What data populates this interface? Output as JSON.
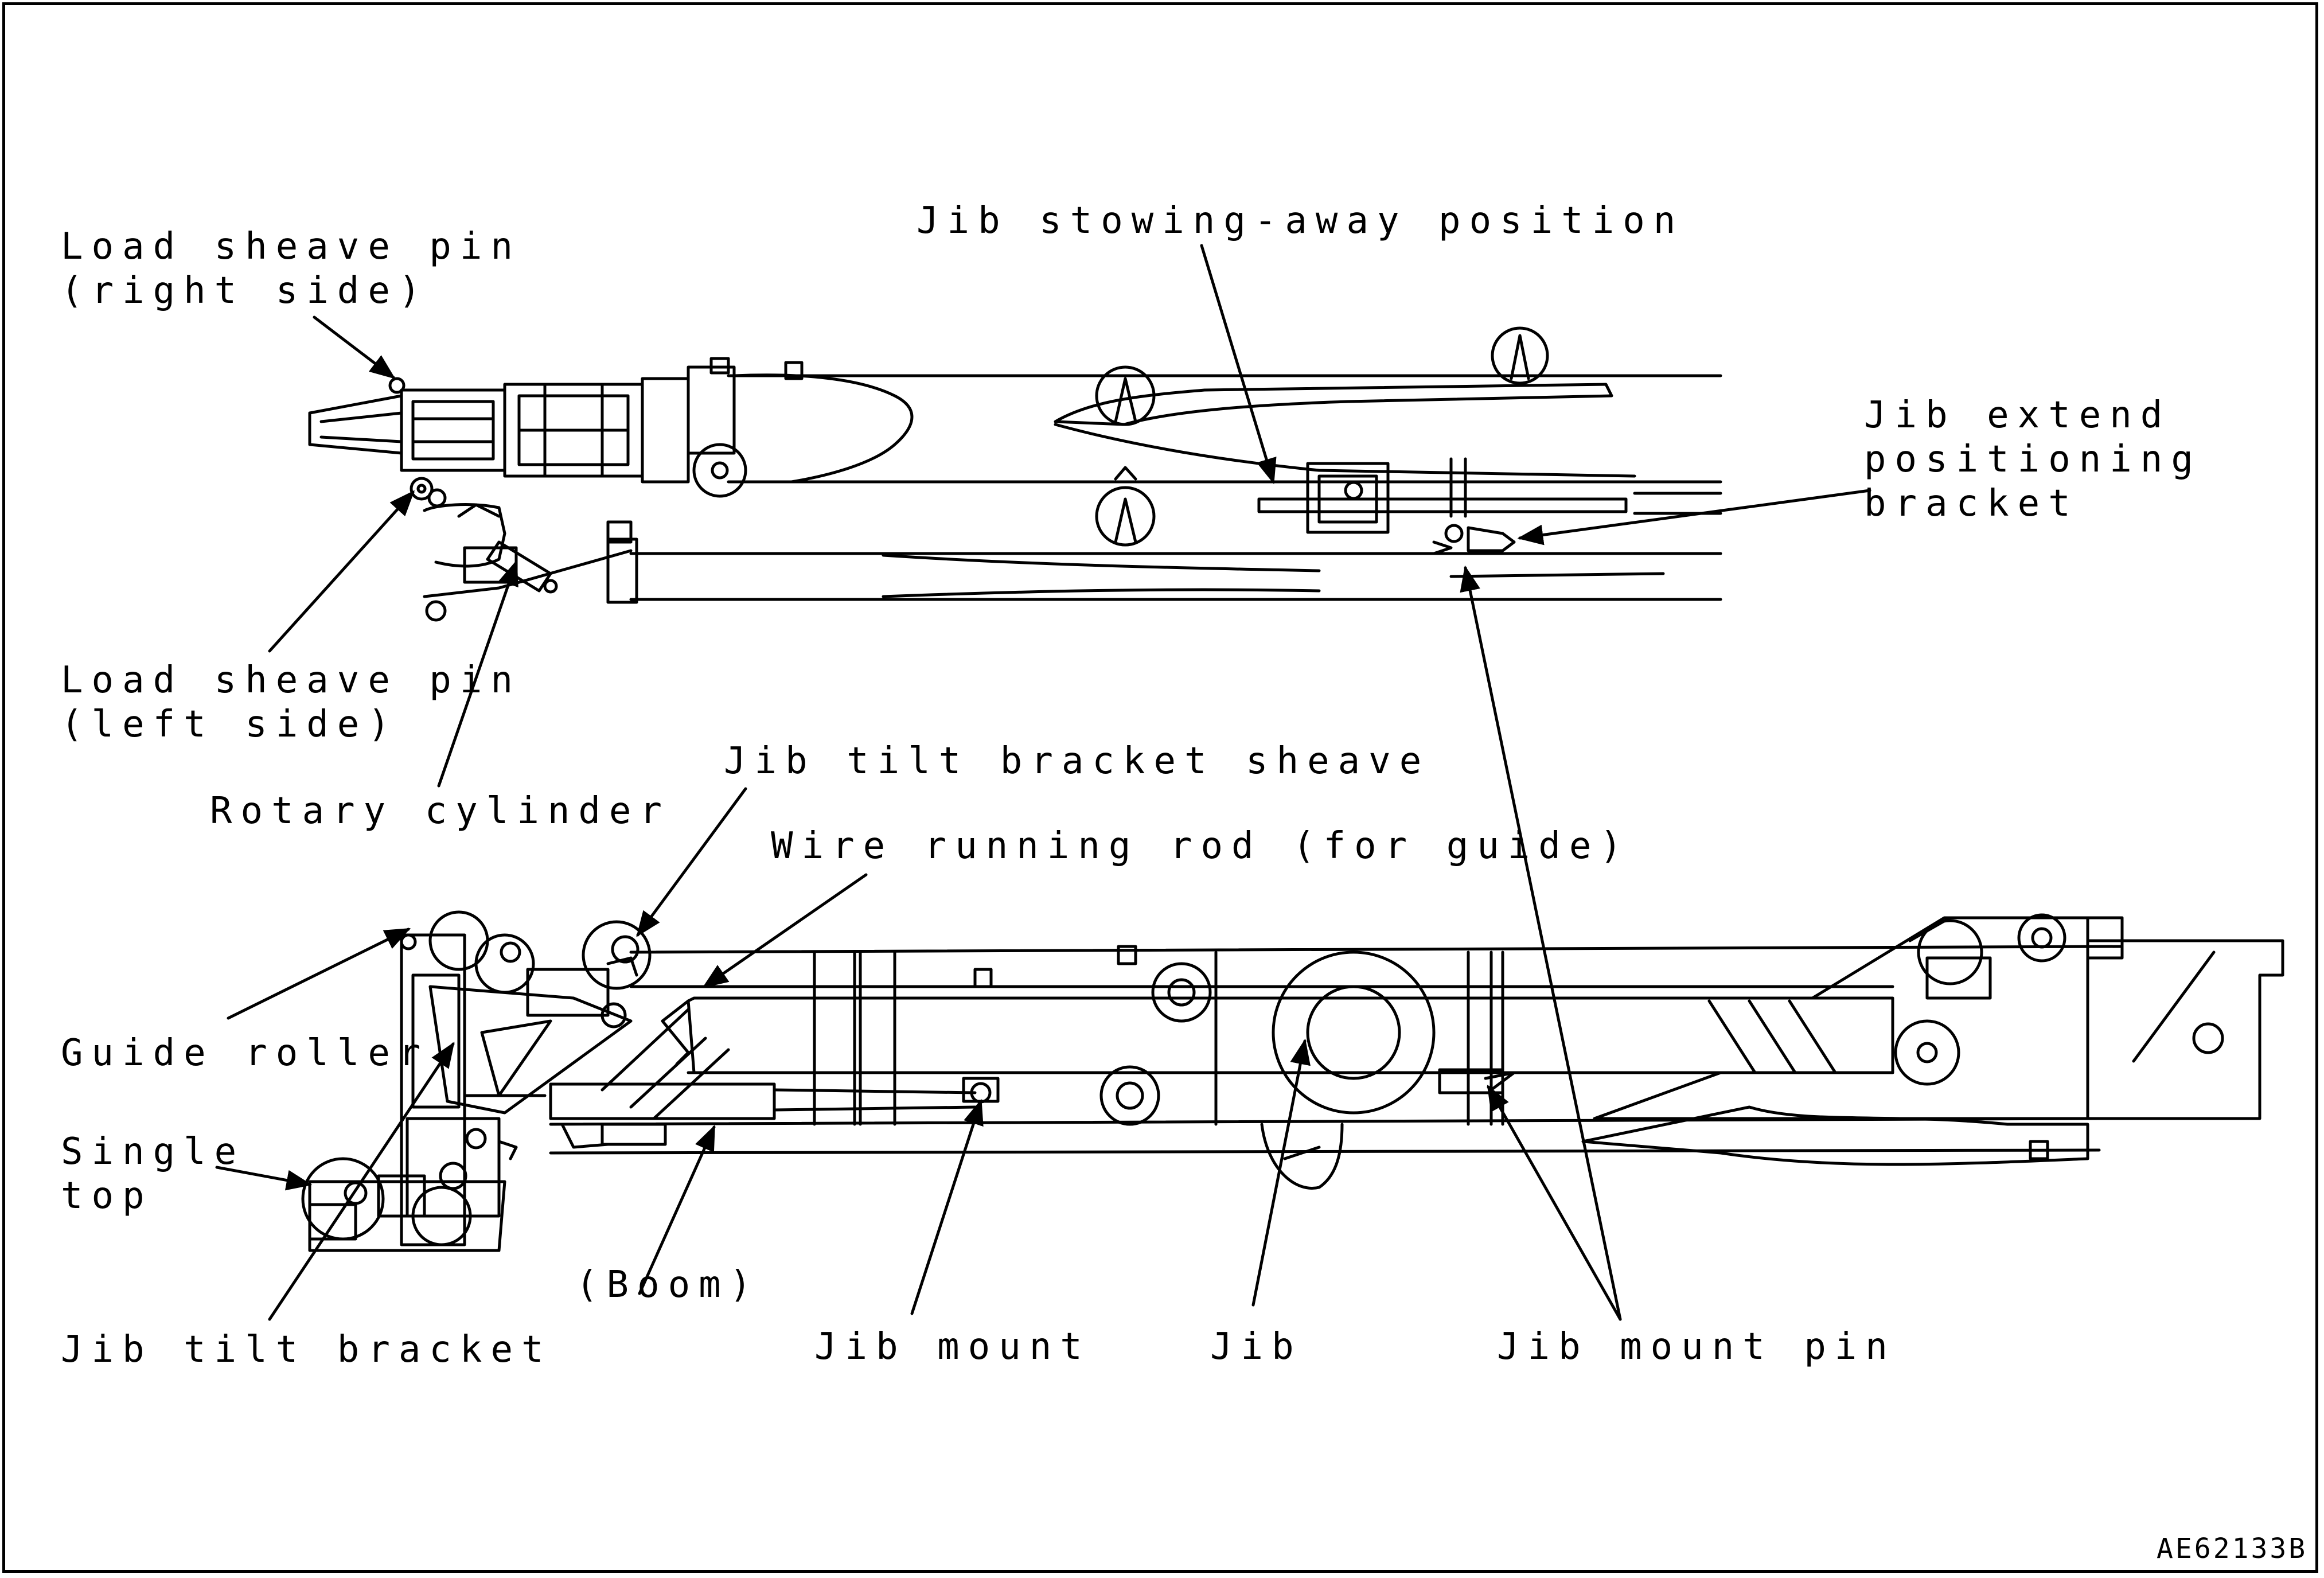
{
  "labels": {
    "load_sheave_pin_right": [
      "Load sheave pin",
      "(right side)"
    ],
    "load_sheave_pin_left": [
      "Load sheave pin",
      "(left side)"
    ],
    "rotary_cylinder": "Rotary cylinder",
    "jib_stowing_away_position": "Jib stowing-away position",
    "jib_extend_positioning_bracket": [
      "Jib extend",
      "positioning",
      "bracket"
    ],
    "jib_tilt_bracket_sheave": "Jib tilt bracket sheave",
    "wire_running_rod": "Wire running rod (for guide)",
    "guide_roller": "Guide roller",
    "single_top": [
      "Single",
      "top"
    ],
    "boom": "(Boom)",
    "jib_mount": "Jib mount",
    "jib": "Jib",
    "jib_mount_pin": "Jib mount pin",
    "jib_tilt_bracket": "Jib tilt bracket"
  },
  "drawing_code": "AE62133B"
}
